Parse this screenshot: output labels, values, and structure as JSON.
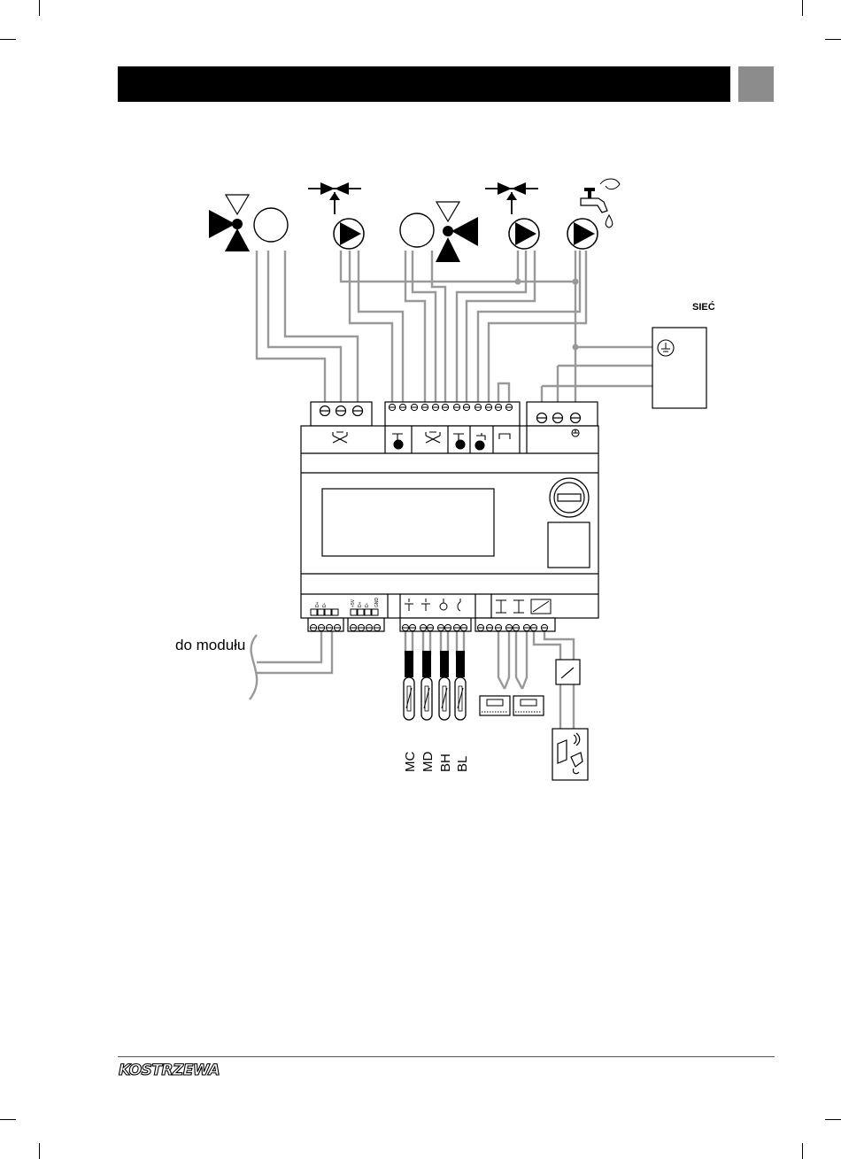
{
  "page": {
    "header_tab_color": "#8c8c8c",
    "header_bar_color": "#000000"
  },
  "diagram": {
    "mains_label": "SIEĆ",
    "module_label": "do modułu",
    "sensor_labels": [
      "MC",
      "MD",
      "BH",
      "BL"
    ],
    "bus_pins": [
      "D+",
      "D-"
    ],
    "power_pins": [
      "+5V",
      "D+",
      "D-",
      "GND"
    ]
  },
  "footer": {
    "logo_text": "KOSTRZEWA"
  },
  "icons": [
    "mixing-valve-icon",
    "pump-icon",
    "hot-water-tap-icon",
    "ground-icon",
    "thermostat-icon",
    "alarm-icon",
    "temperature-sensor-icon"
  ]
}
